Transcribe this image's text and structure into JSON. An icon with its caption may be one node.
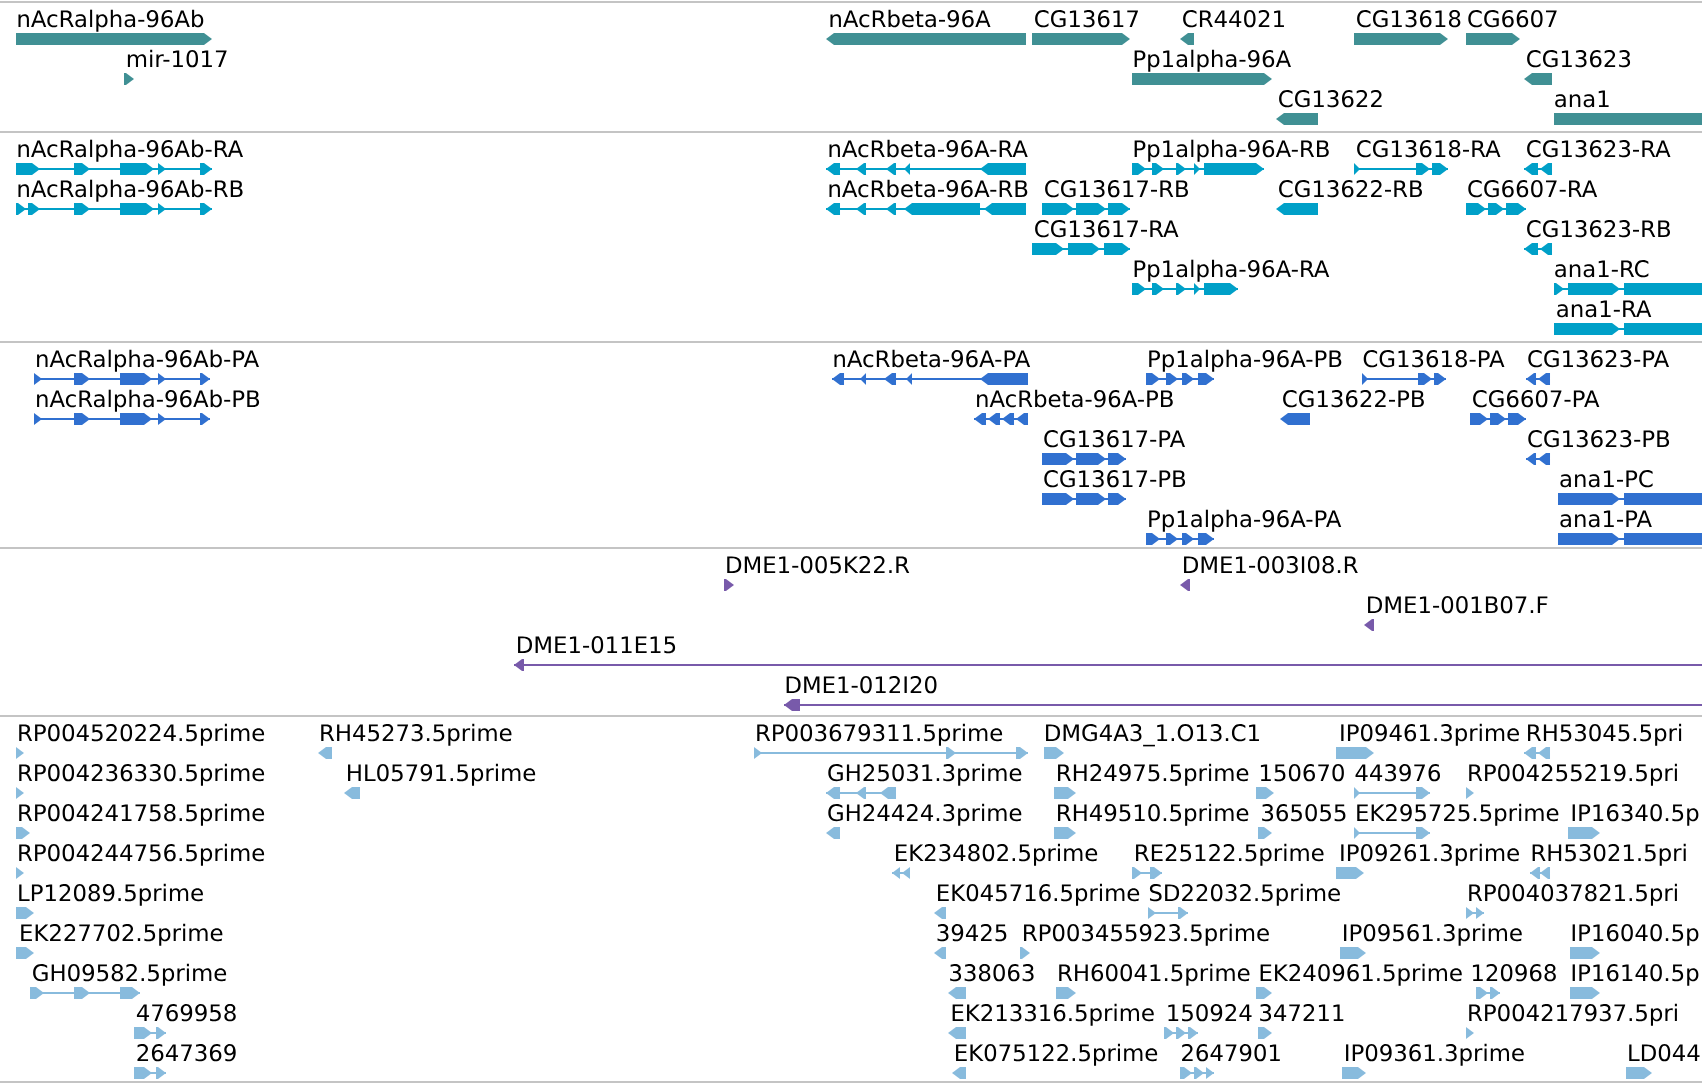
{
  "diagram": {
    "labels": [
      "nAcRalpha-96Ab",
      "nAcRbeta-96A",
      "CG13617",
      "CR44021",
      "CG13618",
      "CG6607",
      "mir-1017",
      "Pp1alpha-96A",
      "CG13623",
      "CG13622",
      "ana1",
      "nAcRalpha-96Ab-RA",
      "nAcRbeta-96A-RA",
      "Pp1alpha-96A-RB",
      "CG13618-RA",
      "CG13623-RA",
      "nAcRalpha-96Ab-RB",
      "nAcRbeta-96A-RB",
      "CG13617-RB",
      "CG13622-RB",
      "CG6607-RA",
      "CG13617-RA",
      "CG13623-RB",
      "Pp1alpha-96A-RA",
      "ana1-RC",
      "ana1-RA",
      "nAcRalpha-96Ab-PA",
      "nAcRbeta-96A-PA",
      "Pp1alpha-96A-PB",
      "CG13618-PA",
      "CG13623-PA",
      "nAcRalpha-96Ab-PB",
      "nAcRbeta-96A-PB",
      "CG13622-PB",
      "CG6607-PA",
      "CG13617-PA",
      "CG13623-PB",
      "CG13617-PB",
      "ana1-PC",
      "Pp1alpha-96A-PA",
      "ana1-PA",
      "DME1-005K22.R",
      "DME1-003I08.R",
      "DME1-001B07.F",
      "DME1-011E15",
      "DME1-012I20",
      "RP004520224.5prime",
      "RH45273.5prime",
      "RP003679311.5prime",
      "DMG4A3_1.O13.C1",
      "IP09461.3prime",
      "RH53045.5pri",
      "RP004236330.5prime",
      "HL05791.5prime",
      "GH25031.3prime",
      "RH24975.5prime",
      "150670",
      "443976",
      "RP004255219.5pri",
      "RP004241758.5prime",
      "GH24424.3prime",
      "RH49510.5prime",
      "365055",
      "EK295725.5prime",
      "IP16340.5p",
      "RP004244756.5prime",
      "EK234802.5prime",
      "RE25122.5prime",
      "IP09261.3prime",
      "RH53021.5pri",
      "LP12089.5prime",
      "EK045716.5prime",
      "SD22032.5prime",
      "RP004037821.5pri",
      "EK227702.5prime",
      "39425",
      "RP003455923.5prime",
      "IP09561.3prime",
      "IP16040.5p",
      "GH09582.5prime",
      "338063",
      "RH60041.5prime",
      "EK240961.5prime",
      "120968",
      "IP16140.5p",
      "4769958",
      "EK213316.5prime",
      "150924",
      "347211",
      "RP004217937.5pri",
      "2647369",
      "EK075122.5prime",
      "2647901",
      "IP09361.3prime",
      "LD044"
    ]
  }
}
